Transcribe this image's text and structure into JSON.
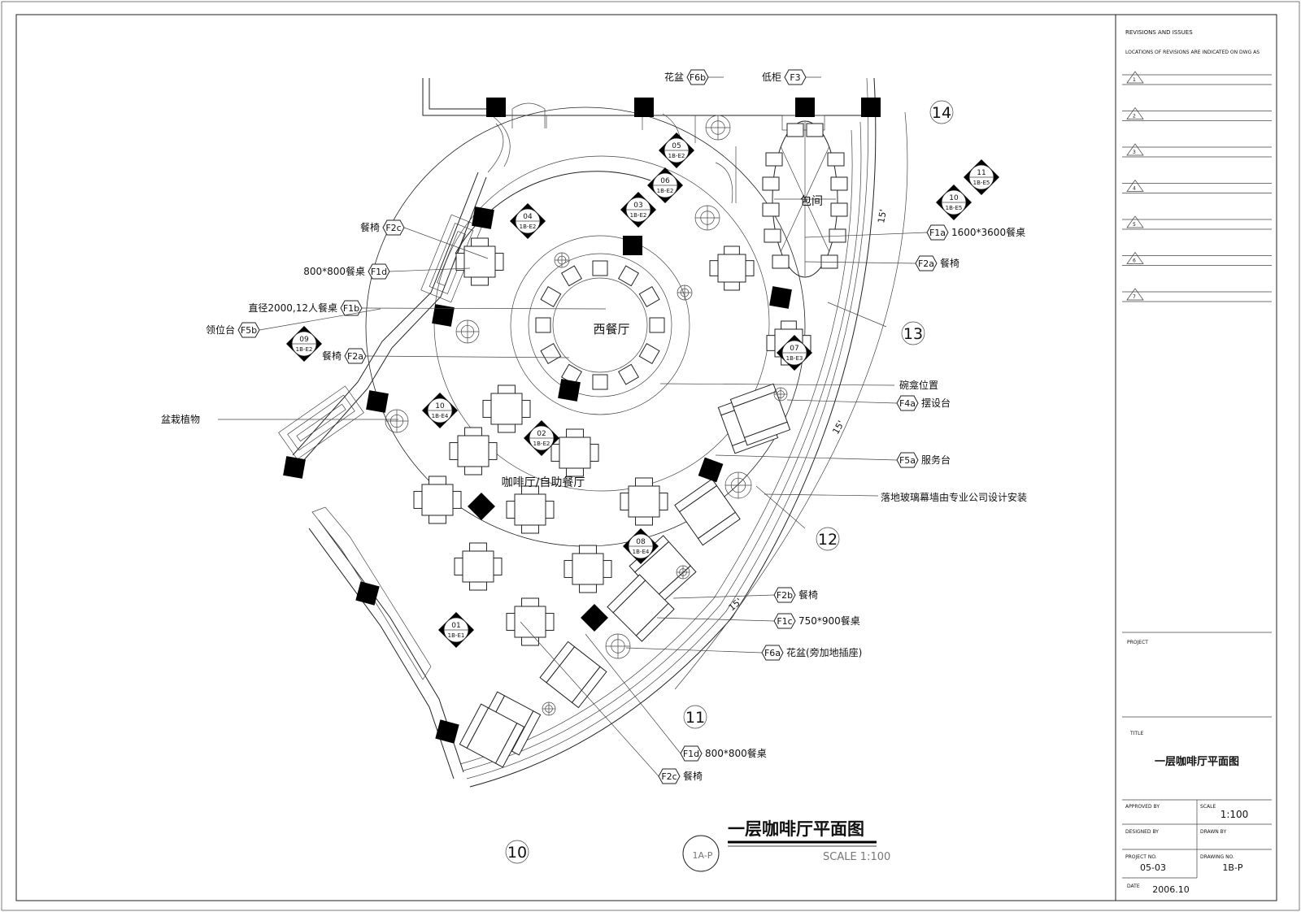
{
  "title_block": {
    "revisions_header": "REVISIONS AND ISSUES",
    "revisions_note": "LOCATIONS OF REVISIONS ARE INDICATED ON DWG AS",
    "revision_numbers": [
      "1",
      "2",
      "3",
      "4",
      "5",
      "6",
      "7"
    ],
    "project_label": "PROJECT",
    "title_label": "TITLE",
    "title_value": "一层咖啡厅平面图",
    "approved_label": "APPROVED BY",
    "scale_label": "SCALE",
    "scale_value": "1:100",
    "designed_label": "DESIGNED BY",
    "drawn_label": "DRAWN BY",
    "project_no_label": "PROJECT NO.",
    "project_no_value": "05-03",
    "drawing_no_label": "DRAWING NO.",
    "drawing_no_value": "1B-P",
    "date_label": "DATE",
    "date_value": "2006.10"
  },
  "drawing": {
    "main_title": "一层咖啡厅平面图",
    "scale_text": "SCALE  1:100",
    "title_ref": "1A-P",
    "rooms": {
      "western": "西餐厅",
      "private": "包间",
      "cafe": "咖啡厅/自助餐厅"
    },
    "grid_numbers": [
      "14",
      "13",
      "12",
      "11",
      "10"
    ],
    "dimension": "15'",
    "plant_note": "盆栽植物",
    "callouts": [
      {
        "code": "F6b",
        "text": "花盆"
      },
      {
        "code": "F3",
        "text": "低柜"
      },
      {
        "code": "F2c",
        "text": "餐椅"
      },
      {
        "code": "F1d",
        "text": "800*800餐桌"
      },
      {
        "code": "F1b",
        "text": "直径2000,12人餐桌"
      },
      {
        "code": "F5b",
        "text": "领位台"
      },
      {
        "code": "F2a",
        "text": "餐椅"
      },
      {
        "code": "F1a",
        "text": "1600*3600餐桌"
      },
      {
        "code": "F2a",
        "text": "餐椅"
      },
      {
        "code": "F4a",
        "text": "摆设台"
      },
      {
        "code": "F5a",
        "text": "服务台"
      },
      {
        "code": "F2b",
        "text": "餐椅"
      },
      {
        "code": "F1c",
        "text": "750*900餐桌"
      },
      {
        "code": "F6a",
        "text": "花盆(旁加地插座)"
      },
      {
        "code": "F1d",
        "text": "800*800餐桌"
      },
      {
        "code": "F2c",
        "text": "餐椅"
      }
    ],
    "note_wall": "碗龛位置",
    "note_glass": "落地玻璃幕墙由专业公司设计安装",
    "elevation_marks": [
      {
        "num": "01",
        "ref": "1B-E1"
      },
      {
        "num": "02",
        "ref": "1B-E2"
      },
      {
        "num": "03",
        "ref": "1B-E2"
      },
      {
        "num": "04",
        "ref": "1B-E2"
      },
      {
        "num": "05",
        "ref": "1B-E2"
      },
      {
        "num": "06",
        "ref": "1B-E2"
      },
      {
        "num": "07",
        "ref": "1B-E3"
      },
      {
        "num": "08",
        "ref": "1B-E4"
      },
      {
        "num": "09",
        "ref": "1B-E2"
      },
      {
        "num": "10",
        "ref": "1B-E4"
      },
      {
        "num": "10",
        "ref": "1B-E5"
      },
      {
        "num": "11",
        "ref": "1B-E5"
      }
    ]
  }
}
